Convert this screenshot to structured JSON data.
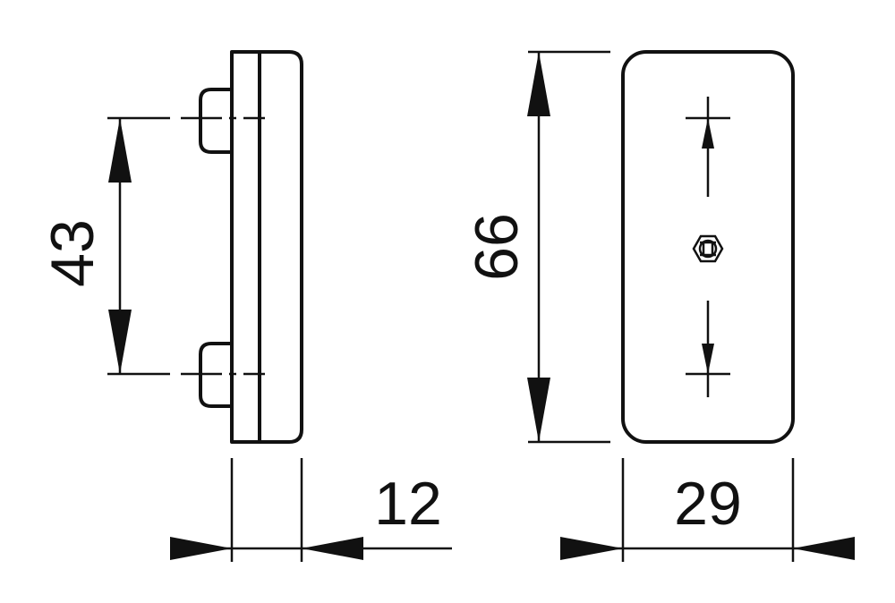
{
  "drawing": {
    "dimensions": {
      "spacing": "43",
      "height": "66",
      "depth": "12",
      "width": "29"
    },
    "colors": {
      "line": "#111111",
      "background": "#ffffff"
    }
  }
}
